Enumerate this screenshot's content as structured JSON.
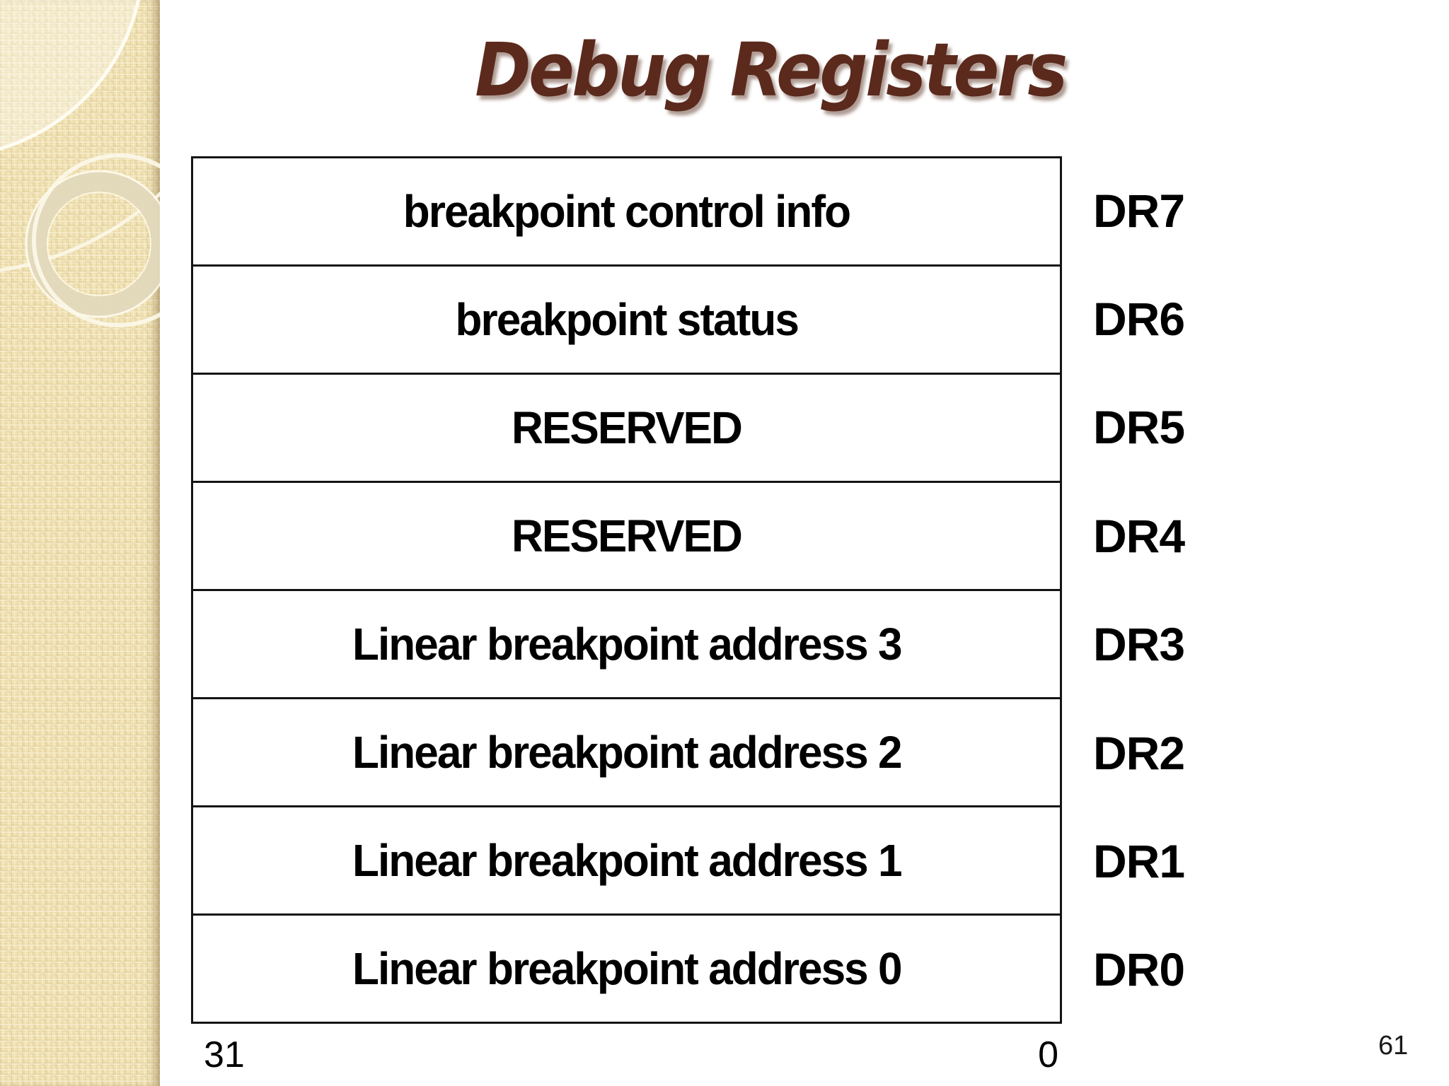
{
  "title": "Debug Registers",
  "table": {
    "rows": [
      {
        "label": "breakpoint control info",
        "register": "DR7"
      },
      {
        "label": "breakpoint status",
        "register": "DR6"
      },
      {
        "label": "RESERVED",
        "register": "DR5"
      },
      {
        "label": "RESERVED",
        "register": "DR4"
      },
      {
        "label": "Linear breakpoint address 3",
        "register": "DR3"
      },
      {
        "label": "Linear breakpoint address 2",
        "register": "DR2"
      },
      {
        "label": "Linear breakpoint address 1",
        "register": "DR1"
      },
      {
        "label": "Linear breakpoint address 0",
        "register": "DR0"
      }
    ],
    "bit_index_high": "31",
    "bit_index_low": "0"
  },
  "page_number": "61",
  "colors": {
    "title_text": "#5b2a1d",
    "table_border": "#141414",
    "body_text": "#000000",
    "strip_background": "#efdfae",
    "slide_background": "#ffffff"
  }
}
